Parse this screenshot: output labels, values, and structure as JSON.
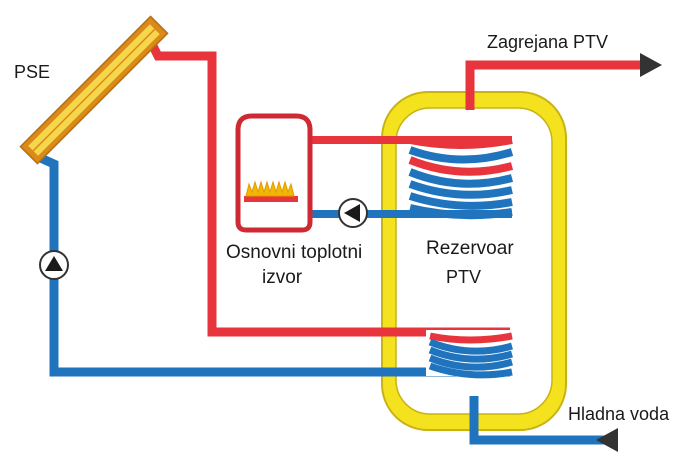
{
  "labels": {
    "collector": "PSE",
    "hot_water_out": "Zagrejana PTV",
    "cold_water_in": "Hladna voda",
    "aux_heater_line1": "Osnovni toplotni",
    "aux_heater_line2": "izvor",
    "tank_line1": "Rezervoar",
    "tank_line2": "PTV"
  },
  "colors": {
    "hot_pipe": "#e8343d",
    "cold_pipe": "#1f74bd",
    "tank_shell": "#f3e21d",
    "tank_outline": "#d8c21a",
    "collector_frame": "#d98a1a",
    "collector_glass": "#f6d64a",
    "flame": "#f2b705",
    "arrow": "#333333"
  },
  "icons": {
    "collector": "solar-collector-icon",
    "pump": "circulation-pump-icon",
    "heater": "boiler-icon",
    "flame": "flame-icon"
  }
}
